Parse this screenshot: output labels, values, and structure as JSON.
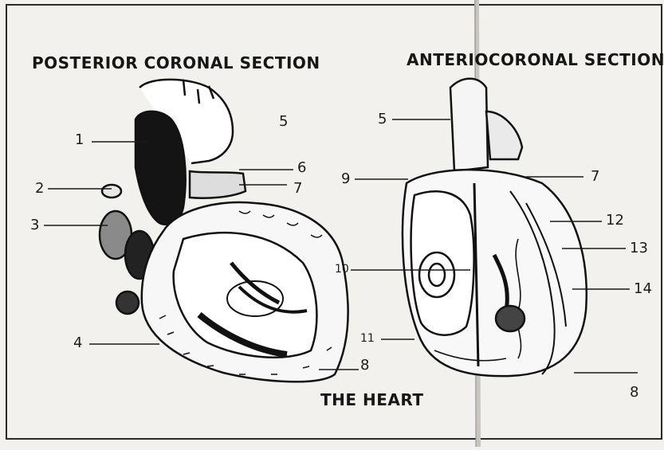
{
  "titles": {
    "left": "POSTERIOR CORONAL SECTION",
    "right_part1": "ANTERIO",
    "right_part2": "CORONAL SECTION",
    "bottom": "THE HEART"
  },
  "colors": {
    "paper": "#f2f1ee",
    "ink": "#161616"
  },
  "labels": {
    "left": [
      "1",
      "2",
      "3",
      "4",
      "5",
      "6",
      "7",
      "8"
    ],
    "right": [
      "5",
      "7",
      "9",
      "10",
      "11",
      "12",
      "13",
      "14",
      "8"
    ]
  }
}
